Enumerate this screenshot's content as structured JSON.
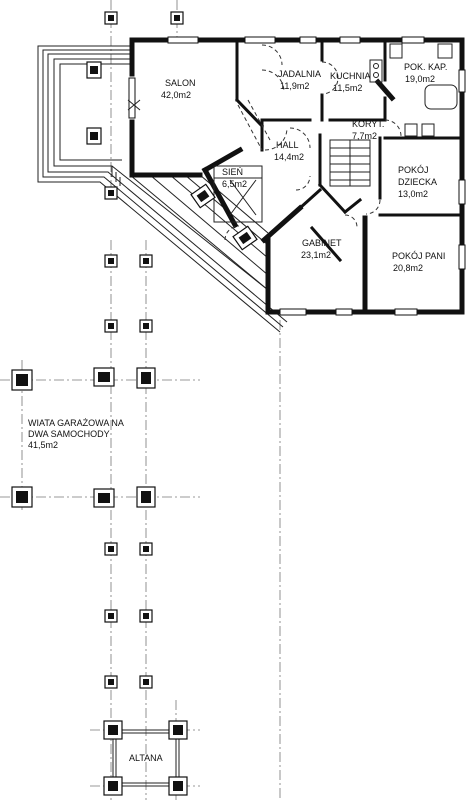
{
  "rooms": [
    {
      "name": "SALON",
      "area": "42,0m2"
    },
    {
      "name": "JADALNIA",
      "area": "11,9m2"
    },
    {
      "name": "KUCHNIA",
      "area": "11,5m2"
    },
    {
      "name": "POK. KAP.",
      "area": "19,0m2"
    },
    {
      "name": "HALL",
      "area": "14,4m2"
    },
    {
      "name": "KORYT.",
      "area": "7,7m2"
    },
    {
      "name": "SIEŃ",
      "area": "6,5m2"
    },
    {
      "name": "POKÓJ",
      "area": "DZIECKA",
      "area2": "13,0m2"
    },
    {
      "name": "GABINET",
      "area": "23,1m2"
    },
    {
      "name": "POKÓJ PANI",
      "area": "20,8m2"
    }
  ],
  "carport": {
    "line1": "WIATA GARAŻOWA NA",
    "line2": "DWA SAMOCHODY",
    "area": "41,5m2"
  },
  "gazebo": {
    "name": "ALTANA"
  }
}
